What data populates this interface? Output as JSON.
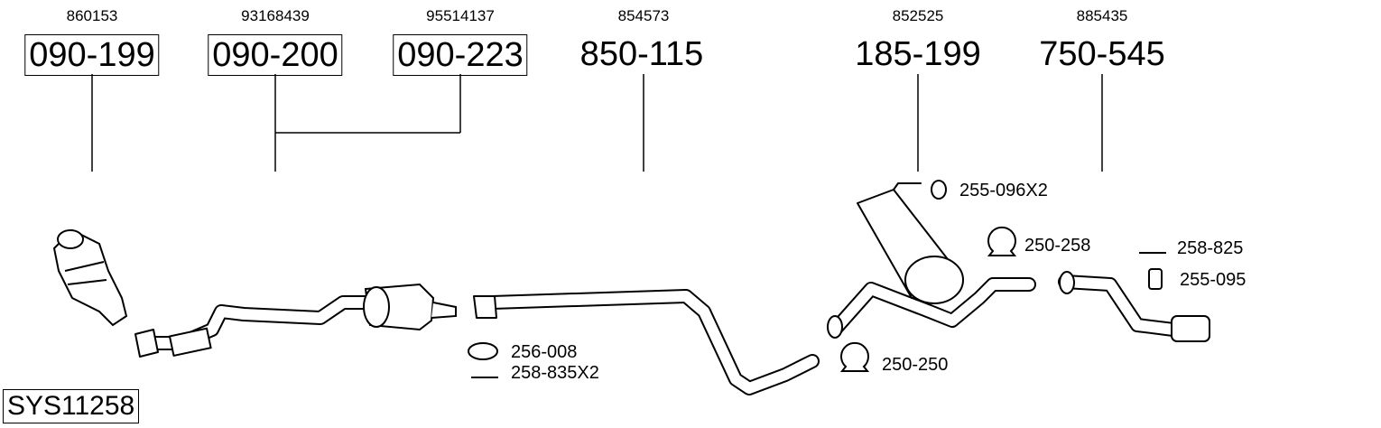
{
  "parts": [
    {
      "ref": "860153",
      "number": "090-199",
      "boxed": true
    },
    {
      "ref": "93168439",
      "number": "090-200",
      "boxed": true
    },
    {
      "ref": "95514137",
      "number": "090-223",
      "boxed": true
    },
    {
      "ref": "854573",
      "number": "850-115",
      "boxed": false
    },
    {
      "ref": "852525",
      "number": "185-199",
      "boxed": false
    },
    {
      "ref": "885435",
      "number": "750-545",
      "boxed": false
    }
  ],
  "accessories": {
    "gasket_1": "256-008",
    "bolt_1": "258-835X2",
    "rubber_1": "255-096X2",
    "clamp_1": "250-258",
    "clamp_2": "250-250",
    "bolt_2": "258-825",
    "rubber_2": "255-095"
  },
  "system_id": "SYS11258"
}
